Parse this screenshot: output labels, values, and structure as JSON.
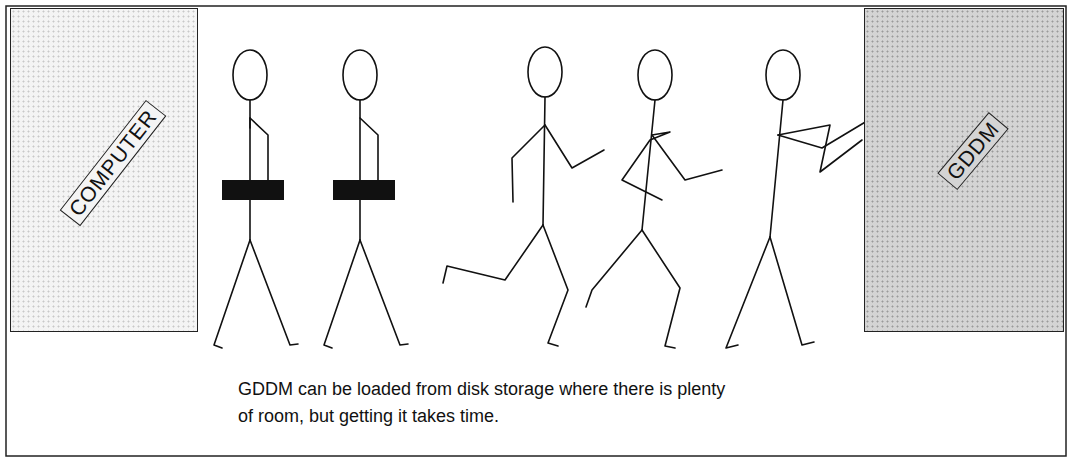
{
  "diagram": {
    "caption": "GDDM can be loaded from disk storage where there is plenty of room, but getting it takes time.",
    "nodes": [
      {
        "text": [
          "COMPUTER"
        ]
      },
      {
        "text": [
          "GDDM"
        ]
      }
    ]
  }
}
